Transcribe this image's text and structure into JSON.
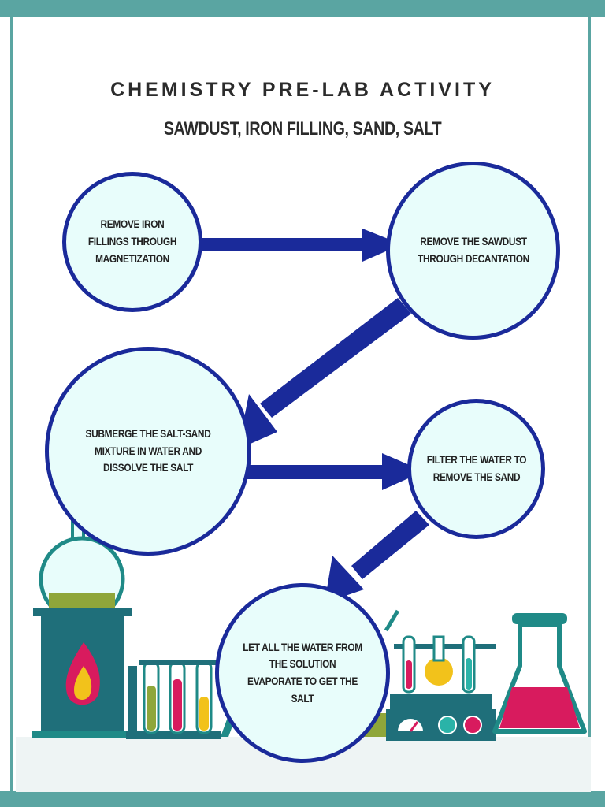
{
  "header": {
    "title": "CHEMISTRY PRE-LAB ACTIVITY",
    "subtitle": "SAWDUST, IRON FILLING, SAND, SALT"
  },
  "steps": [
    {
      "text": "REMOVE IRON FILLINGS THROUGH MAGNETIZATION"
    },
    {
      "text": "REMOVE THE SAWDUST THROUGH DECANTATION"
    },
    {
      "text": "SUBMERGE THE SALT-SAND MIXTURE IN WATER AND DISSOLVE THE SALT"
    },
    {
      "text": "FILTER THE WATER TO REMOVE THE SAND"
    },
    {
      "text": "LET ALL THE WATER FROM THE SOLUTION EVAPORATE TO GET THE SALT"
    }
  ],
  "colors": {
    "border": "#5aa5a2",
    "arrow": "#1a2a9a",
    "node_fill": "#e8fdfb",
    "lab_teal": "#1f6f7a",
    "lab_pink": "#d81b5e",
    "lab_yellow": "#f2c21b",
    "lab_green": "#8fa63a"
  },
  "icons": [
    "bunsen-burner-icon",
    "test-tube-rack-icon",
    "magnetic-stirrer-icon",
    "erlenmeyer-flask-icon"
  ]
}
